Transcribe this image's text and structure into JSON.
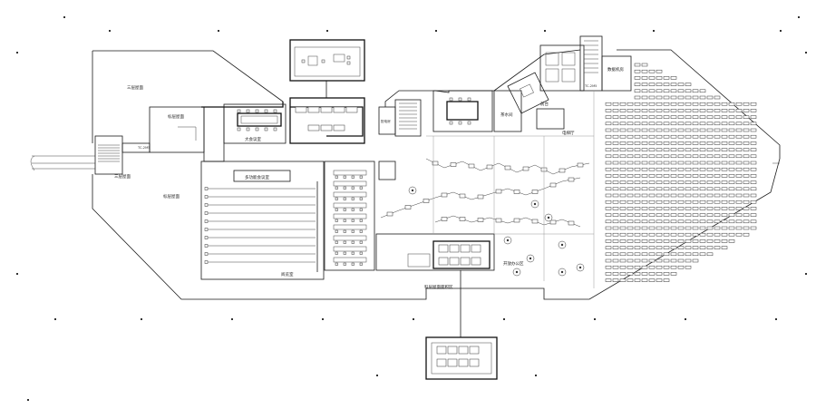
{
  "labels": {
    "third_floor_roof_top": "三层屋面",
    "third_floor_roof_left": "三层屋面",
    "first_floor_roof": "标层屋面",
    "first_floor_roof_mid": "标层屋面",
    "big_meeting_room": "大会议室",
    "multi_function_room": "多功能会议室",
    "lounge": "茶水间",
    "reading_room": "阅览室",
    "office_corridor": "电梯厅",
    "front_desk": "前台",
    "data_center": "数据机房",
    "service_room": "配电房",
    "open_office": "开放办公区",
    "bottom_office_label": "科层屋面面积区",
    "stair_left": "TC-2M5",
    "stair_right": "TC-2M5"
  }
}
